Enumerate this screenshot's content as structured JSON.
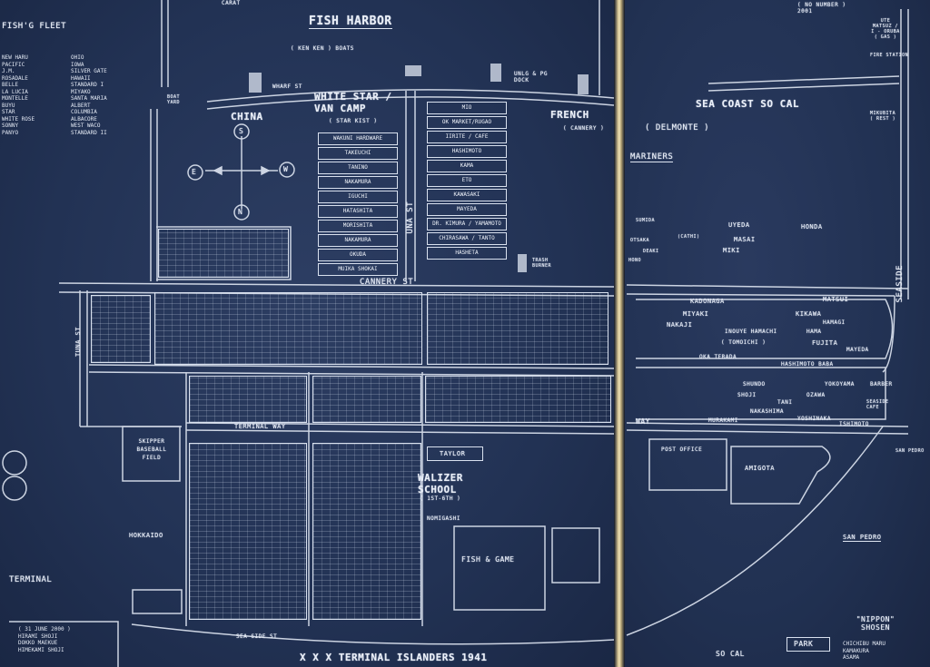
{
  "map": {
    "top_labels": {
      "fish_harbor": "FISH HARBOR",
      "ken_ken": "( KEN KEN ) BOATS",
      "fishg_fleet": "FISH'G FLEET",
      "wharf_st": "WHARF ST",
      "boat_yard": "BOAT YARD",
      "unlgs": "UNLG & PG DOCK",
      "white_star": "WHITE STAR / VAN CAMP",
      "star_kist": "( STAR KIST )",
      "china": "CHINA",
      "french": "FRENCH",
      "cannery": "( CANNERY )",
      "sea_coast": "SEA COAST SO CAL",
      "delmonte": "( DELMONTE )",
      "mariners": "MARINERS",
      "carat": "CARAT",
      "no_number": "( NO NUMBER ) 2001",
      "ute": "UTE MATSUZ / I - ORUBA ( GAS )",
      "fire_station": "FIRE STATION",
      "mikubita": "MIKUBITA ( REST )",
      "trash_burner": "TRASH BURNER"
    },
    "compass": {
      "n": "S",
      "s": "N",
      "e": "W",
      "w": "E"
    },
    "fleet_list": [
      "NEW HARU",
      "PACIFIC",
      "J.M.",
      "ROSADALE",
      "BELLE",
      "LA LUCIA",
      "MONTELLE",
      "BUYU",
      "STAR",
      "WHITE ROSE",
      "SONNY",
      "PANYO"
    ],
    "fleet_list2": [
      "OHIO",
      "IOWA",
      "SILVER GATE",
      "HAWAII",
      "STANDARD I",
      "MIYAKO",
      "SANTA MARIA",
      "ALBERT",
      "COLUMBIA",
      "ALBACORE",
      "WEST WACO",
      "STANDARD II"
    ],
    "center_stack": [
      "WAKUNI HARDWARE",
      "TAKEUCHI",
      "TANINO",
      "NAKAMURA",
      "IGUCHI",
      "HATASHITA",
      "MORISHITA",
      "NAKAMURA",
      "OKUDA",
      "MUIKA SHOKAI"
    ],
    "right_stack": [
      "MIO",
      "OK MARKET/RUGAO",
      "IIRITE / CAFE",
      "HASHIMOTO",
      "KAMA",
      "ETO",
      "KAWASAKI",
      "MAYEDA",
      "DR. KIMURA / YAMAMOTO",
      "CHIRASAWA / TANTO",
      "HASHETA"
    ],
    "streets": {
      "cannery_st": "CANNERY ST",
      "una_st": "UNA ST",
      "terminal_way": "TERMINAL WAY",
      "tuna_st": "TUNA ST",
      "seaside": "SEASIDE",
      "sea_side_st": "SEA SIDE ST",
      "way": "WAY"
    },
    "places": {
      "skipper": "SKIPPER BASEBALL FIELD",
      "fish_game": "FISH & GAME",
      "walizer": "WALIZER SCHOOL",
      "walizer_sub": "( 1ST-6TH )",
      "nomigashi": "NOMIGASHI",
      "taylor": "TAYLOR",
      "hokkaido": "HOKKAIDO",
      "terminal": "TERMINAL",
      "san_pedro": "SAN PEDRO",
      "san_pedro2": "SAN PEDRO",
      "nippon": "\"NIPPON\" SHOSEN",
      "park": "PARK",
      "amigota": "AMIGOTA",
      "post_office": "POST OFFICE",
      "so_cal": "SO CAL",
      "footer": "X X X  TERMINAL ISLANDERS 1941"
    },
    "right_names": [
      "UYEDA",
      "HONDA",
      "MASAI",
      "MIKI",
      "KADONAGA",
      "MATSUI",
      "MIYAKI",
      "KIKAWA",
      "HAMAGI",
      "NAKAJI",
      "INOUYE HAMACHI",
      "HAMA",
      "FUJITA",
      "( TOMOICHI )",
      "MAYEDA",
      "OKA TERADA",
      "HASHIMOTO BABA",
      "SHUNDO",
      "YOKOYAMA",
      "BARBER",
      "SHOJI",
      "OZAWA",
      "TANI",
      "SEASIDE CAFE",
      "NAKASHIMA",
      "MURAKAMI",
      "YOSHINAKA",
      "ISHIMOTO"
    ],
    "right_small_left": [
      "SUMIDA",
      "OTSAKA",
      "DEAKI",
      "HONO",
      "(CATHI)"
    ],
    "bottom_left_list": [
      "( 31 JUNE 2000 )",
      "HIRAMI SHOJI",
      "DOKKO MAEKUE",
      "HIMEKAMI SHOJI"
    ],
    "right_bottom_list": [
      "CHICHIBU MARU",
      "KAMAKURA",
      "ASAMA"
    ]
  }
}
